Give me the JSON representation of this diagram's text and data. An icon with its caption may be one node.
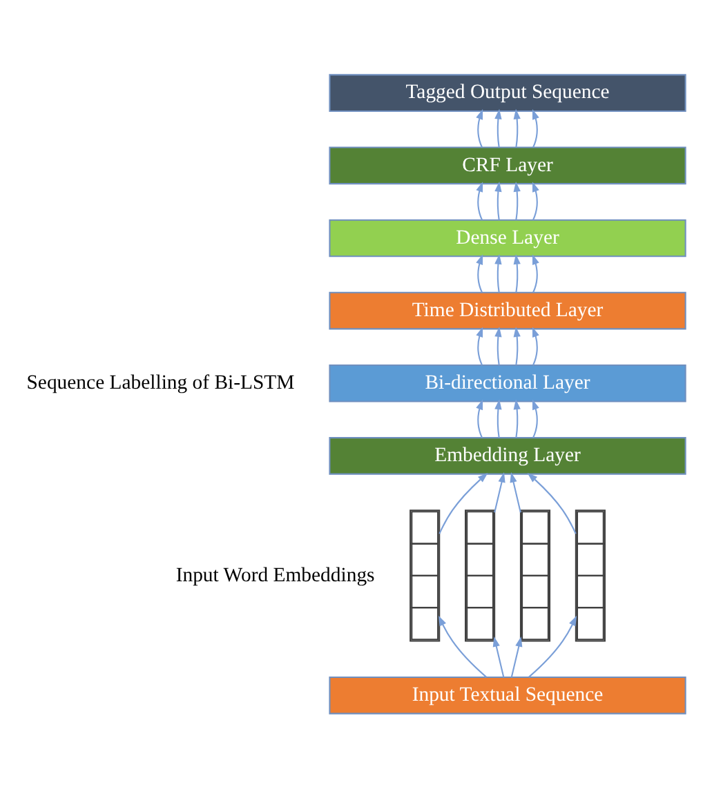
{
  "diagram": {
    "nodes": [
      {
        "text": [
          "Tagged Output Sequence"
        ]
      },
      {
        "text": [
          "CRF Layer"
        ]
      },
      {
        "text": [
          "Dense Layer"
        ]
      },
      {
        "text": [
          "Time Distributed Layer"
        ]
      },
      {
        "text": [
          "Bi-directional Layer"
        ]
      },
      {
        "text": [
          "Embedding Layer"
        ]
      },
      {
        "text": [],
        "shape": "box"
      },
      {
        "text": [],
        "shape": "box"
      },
      {
        "text": [],
        "shape": "box"
      },
      {
        "text": [],
        "shape": "box"
      },
      {
        "text": [
          "Input Textual Sequence"
        ]
      }
    ],
    "edges": [
      {
        "from": 10,
        "to": 6,
        "arrow": "to"
      },
      {
        "from": 10,
        "to": 7,
        "arrow": "to"
      },
      {
        "from": 10,
        "to": 8,
        "arrow": "to"
      },
      {
        "from": 10,
        "to": 9,
        "arrow": "to"
      },
      {
        "from": 6,
        "to": 5,
        "arrow": "to"
      },
      {
        "from": 7,
        "to": 5,
        "arrow": "to"
      },
      {
        "from": 8,
        "to": 5,
        "arrow": "to"
      },
      {
        "from": 9,
        "to": 5,
        "arrow": "to"
      },
      {
        "from": 5,
        "to": 4,
        "arrow": "to"
      },
      {
        "from": 5,
        "to": 4,
        "arrow": "to"
      },
      {
        "from": 5,
        "to": 4,
        "arrow": "to"
      },
      {
        "from": 5,
        "to": 4,
        "arrow": "to"
      },
      {
        "from": 4,
        "to": 3,
        "arrow": "to"
      },
      {
        "from": 4,
        "to": 3,
        "arrow": "to"
      },
      {
        "from": 4,
        "to": 3,
        "arrow": "to"
      },
      {
        "from": 4,
        "to": 3,
        "arrow": "to"
      },
      {
        "from": 3,
        "to": 2,
        "arrow": "to"
      },
      {
        "from": 3,
        "to": 2,
        "arrow": "to"
      },
      {
        "from": 3,
        "to": 2,
        "arrow": "to"
      },
      {
        "from": 3,
        "to": 2,
        "arrow": "to"
      },
      {
        "from": 2,
        "to": 1,
        "arrow": "to"
      },
      {
        "from": 2,
        "to": 1,
        "arrow": "to"
      },
      {
        "from": 2,
        "to": 1,
        "arrow": "to"
      },
      {
        "from": 2,
        "to": 1,
        "arrow": "to"
      },
      {
        "from": 1,
        "to": 0,
        "arrow": "to"
      },
      {
        "from": 1,
        "to": 0,
        "arrow": "to"
      },
      {
        "from": 1,
        "to": 0,
        "arrow": "to"
      },
      {
        "from": 1,
        "to": 0,
        "arrow": "to"
      }
    ],
    "labels": [
      "Sequence Labelling of Bi-LSTM",
      "Input Word Embeddings"
    ]
  }
}
